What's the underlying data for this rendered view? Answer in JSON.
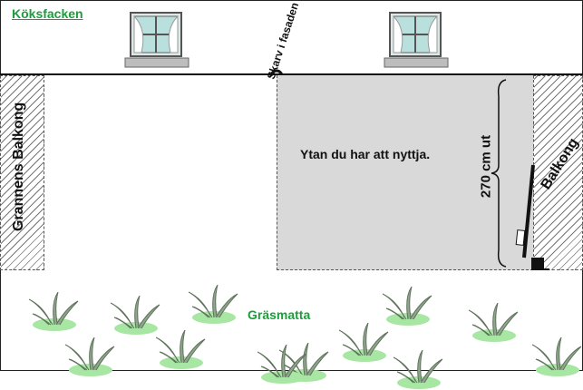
{
  "title": "Köksfacken",
  "labels": {
    "joint": "Skarv i fasaden",
    "neighbor_balcony": "Grannens Balkong",
    "balcony": "Balkong",
    "usable_area": "Ytan du har att nyttja.",
    "dimension": "270 cm ut",
    "lawn": "Gräsmatta"
  },
  "colors": {
    "green": "#1a9e3a",
    "area_gray": "#d9d9d9"
  },
  "icons": [
    "window-icon",
    "grass-icon",
    "door-icon"
  ]
}
